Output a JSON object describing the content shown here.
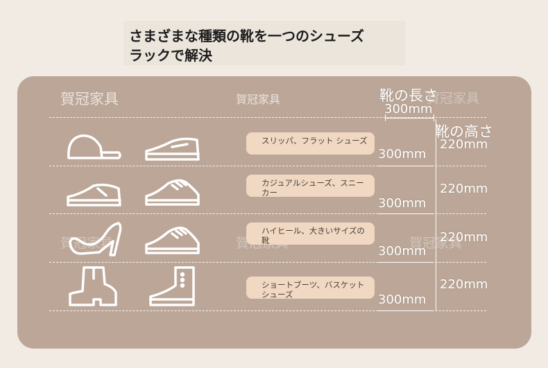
{
  "title": {
    "line1": "さまざまな種類の靴を一つのシューズ",
    "line2": "ラックで解決"
  },
  "watermark": "賀冠家具",
  "headers": {
    "length_label": "靴の長さ",
    "length_value": "300mm",
    "height_label": "靴の高さ",
    "height_value": "220mm"
  },
  "rows": [
    {
      "category": "スリッパ、フラット シューズ",
      "icons": [
        "slipper-icon",
        "flat-shoe-icon"
      ],
      "length": "300mm",
      "height": "220mm"
    },
    {
      "category": "カジュアルシューズ、スニーカー",
      "icons": [
        "casual-shoe-icon",
        "sneaker-icon"
      ],
      "length": "300mm",
      "height": "220mm"
    },
    {
      "category": "ハイヒール、大きいサイズの靴",
      "icons": [
        "high-heel-icon",
        "large-sneaker-icon"
      ],
      "length": "300mm",
      "height": "220mm"
    },
    {
      "category": "ショートブーツ、バスケットシューズ",
      "icons": [
        "short-boot-icon",
        "basketball-shoe-icon"
      ],
      "length": "300mm",
      "height": "220mm"
    }
  ],
  "colors": {
    "panel": "#bba697",
    "pill": "#f0d8c2",
    "page_bg": "#f1ebe3",
    "line": "#ffffff"
  }
}
